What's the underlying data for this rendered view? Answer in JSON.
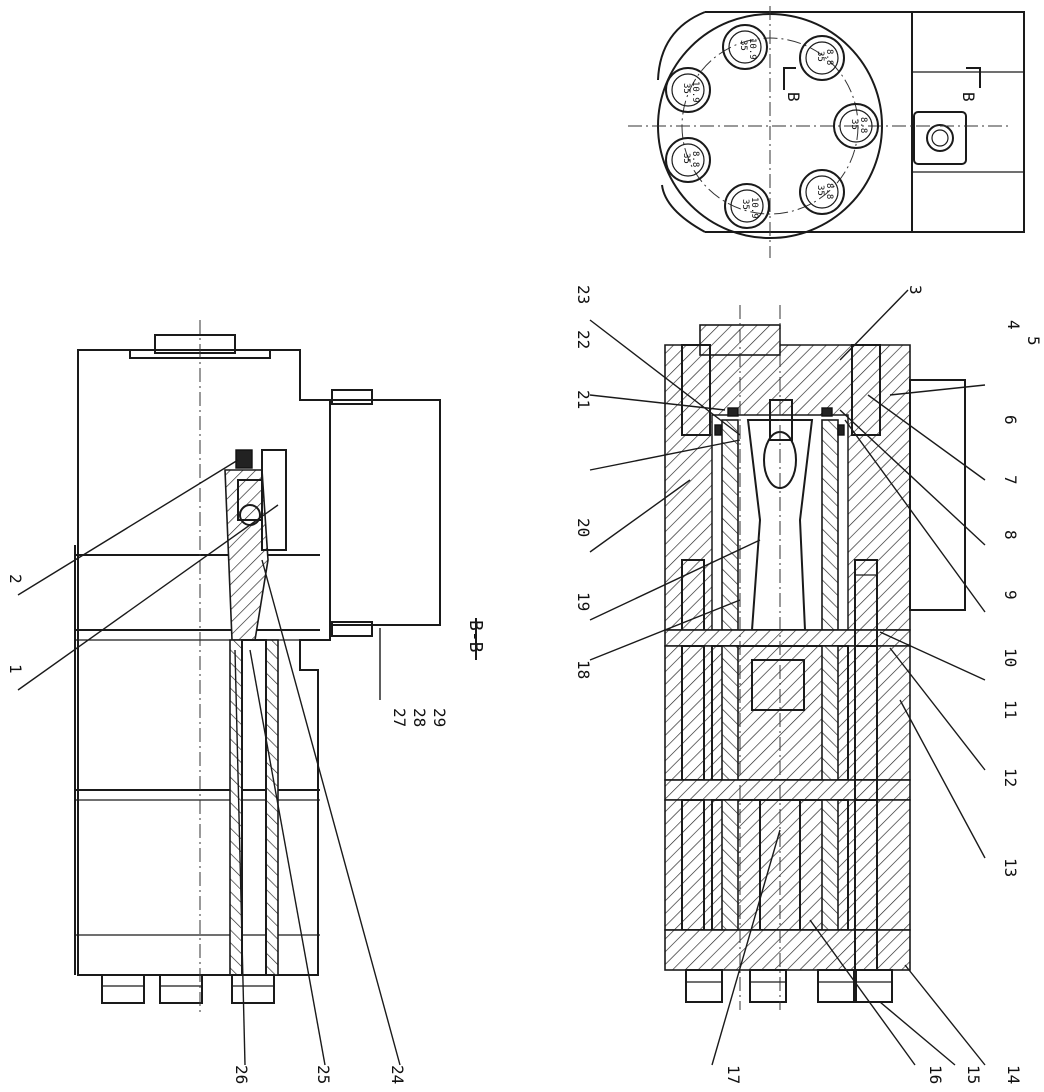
{
  "drawing": {
    "section_label": "B-B",
    "section_mark_left": "B",
    "section_mark_right": "B",
    "callouts_right_view": [
      "3",
      "4",
      "5",
      "6",
      "7",
      "8",
      "9",
      "10",
      "11",
      "12",
      "13",
      "14",
      "15",
      "16",
      "17",
      "18",
      "19",
      "20",
      "21",
      "22",
      "23"
    ],
    "callouts_left_view": [
      "1",
      "2",
      "24",
      "25",
      "26",
      "27",
      "28",
      "29"
    ],
    "bolt_markings": [
      "8.8",
      "10.9"
    ],
    "bolt_prefix": "35"
  }
}
